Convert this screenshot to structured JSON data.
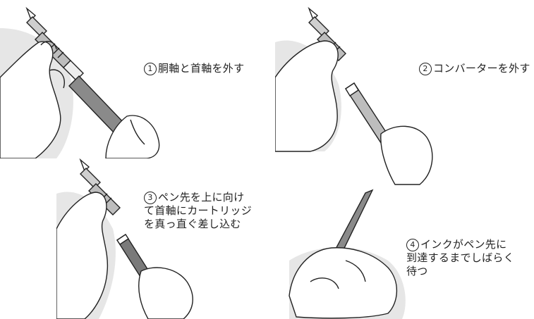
{
  "steps": [
    {
      "number": "1",
      "lines": [
        "胴軸と首軸を外す"
      ]
    },
    {
      "number": "2",
      "lines": [
        "コンバーターを外す"
      ]
    },
    {
      "number": "3",
      "lines": [
        "ペン先を上に向け",
        "て首軸にカートリッジ",
        "を真っ直ぐ差し込む"
      ]
    },
    {
      "number": "4",
      "lines": [
        "インクがペン先に",
        "到達するまでしばらく",
        "待つ"
      ]
    }
  ],
  "colors": {
    "ink": "#222222",
    "shade": "#d9d9d9",
    "pen_body": "#8a8a8a"
  },
  "icons": [
    "hand-icon",
    "fountain-pen-icon",
    "converter-icon",
    "ink-cartridge-icon"
  ]
}
